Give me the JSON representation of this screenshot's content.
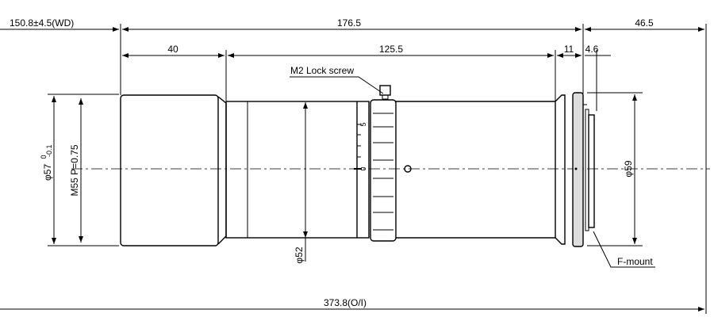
{
  "dimensions": {
    "working_distance": "150.8±4.5(WD)",
    "total_length": "176.5",
    "rear_length": "46.5",
    "front_barrel": "40",
    "body_length": "125.5",
    "mount_length": "11",
    "flange": "4.6",
    "overall": "373.8(O/I)",
    "front_diameter": "φ57",
    "front_tolerance_upper": "0",
    "front_tolerance_lower": "-0.1",
    "filter_thread": "M55 P=0.75",
    "body_diameter": "φ52",
    "mount_diameter": "φ59"
  },
  "labels": {
    "lock_screw": "M2 Lock screw",
    "mount": "F-mount",
    "scale_top": "5",
    "scale_zero": "0"
  }
}
